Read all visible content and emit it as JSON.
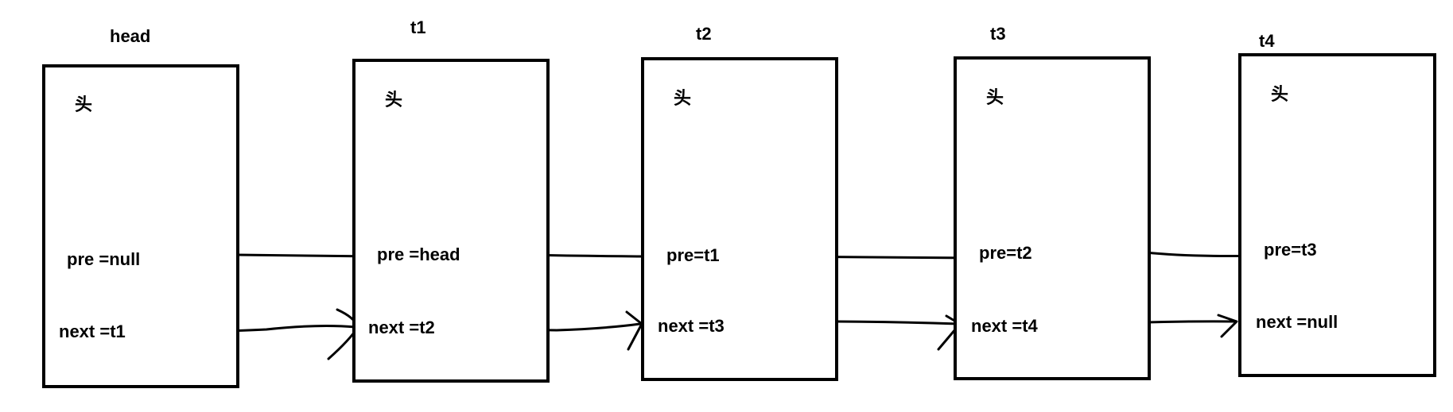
{
  "nodes": [
    {
      "title": "head",
      "glyph": "头",
      "pre": "pre =null",
      "next": "next =t1"
    },
    {
      "title": "t1",
      "glyph": "头",
      "pre": "pre =head",
      "next": "next  =t2"
    },
    {
      "title": "t2",
      "glyph": "头",
      "pre": "pre=t1",
      "next": "next =t3"
    },
    {
      "title": "t3",
      "glyph": "头",
      "pre": "pre=t2",
      "next": "next =t4"
    },
    {
      "title": "t4",
      "glyph": "头",
      "pre": "pre=t3",
      "next": "next =null"
    }
  ]
}
